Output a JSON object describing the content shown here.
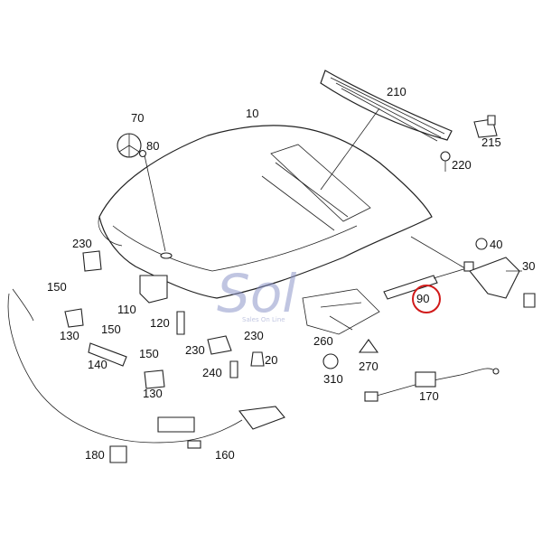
{
  "diagram": {
    "part_labels": [
      "10",
      "20",
      "30",
      "40",
      "70",
      "80",
      "90",
      "110",
      "120",
      "130",
      "130",
      "140",
      "150",
      "150",
      "150",
      "160",
      "170",
      "180",
      "210",
      "215",
      "220",
      "230",
      "230",
      "230",
      "240",
      "260",
      "270",
      "310"
    ],
    "highlighted_part": "90",
    "highlight_color": "#d11a1a"
  },
  "watermark": {
    "text": "Sol",
    "tagline": "Sales On Line",
    "color": "#8c96c8"
  }
}
